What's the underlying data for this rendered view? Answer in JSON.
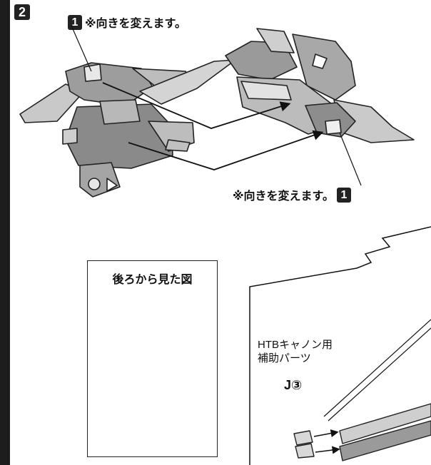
{
  "step": {
    "number": "2"
  },
  "callouts": {
    "top_note": {
      "badge": "1",
      "text": "※向きを変えます。"
    },
    "right_note": {
      "badge": "1",
      "text": "※向きを変えます。"
    }
  },
  "inset": {
    "title": "後ろから見た図"
  },
  "part": {
    "label_line1": "HTBキャノン用",
    "label_line2": "補助パーツ",
    "id": "J③"
  }
}
